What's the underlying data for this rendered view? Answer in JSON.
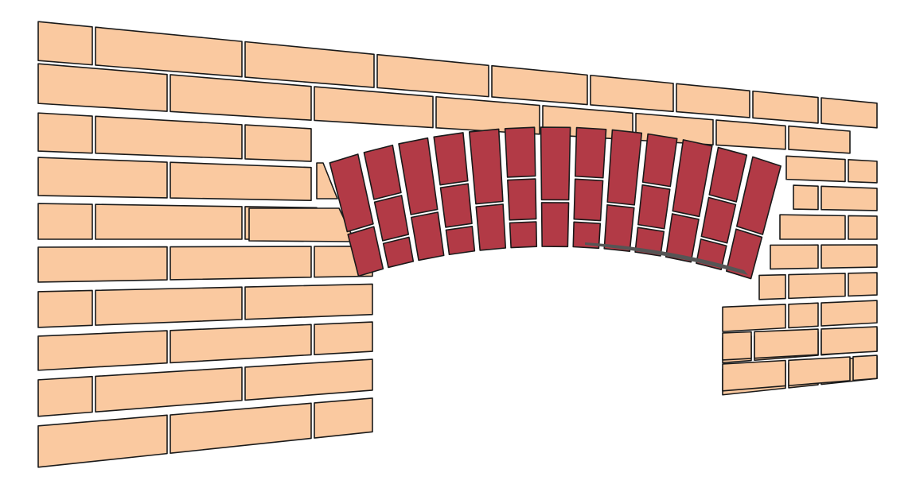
{
  "illustration": {
    "subject": "brick-wall-with-segmental-arch",
    "colors": {
      "background": "#ffffff",
      "wall_brick": "#fac9a0",
      "arch_brick": "#b23a46",
      "outline": "#1a1a1a",
      "shadow": "#555555"
    },
    "arch": {
      "voussoir_count": 13,
      "courses": 3
    }
  }
}
